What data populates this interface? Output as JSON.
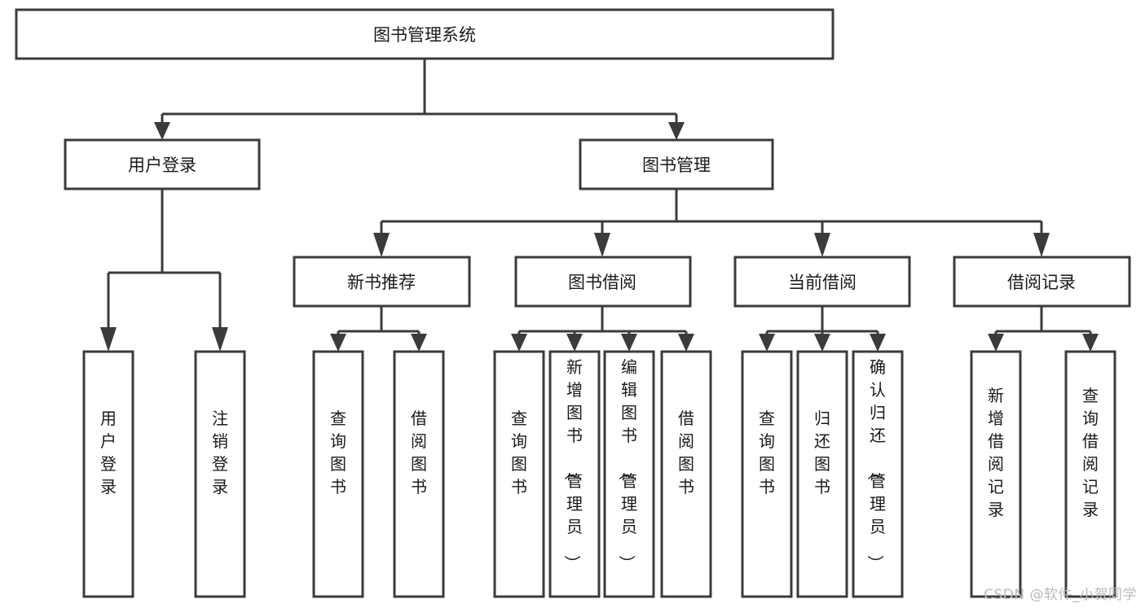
{
  "diagram": {
    "title": "图书管理系统",
    "type": "tree",
    "watermark": "CSDN @软件_小贺同学",
    "colors": {
      "stroke": "#3b3b3b",
      "fill": "#ffffff",
      "text": "#1a1a1a",
      "watermark": "#b9b9b9",
      "background": "#ffffff"
    },
    "root": {
      "label": "图书管理系统"
    },
    "level2": [
      {
        "label": "用户登录"
      },
      {
        "label": "图书管理"
      }
    ],
    "level3": [
      {
        "label": "新书推荐"
      },
      {
        "label": "图书借阅"
      },
      {
        "label": "当前借阅"
      },
      {
        "label": "借阅记录"
      }
    ],
    "leaves": {
      "user_login": [
        {
          "label": "用户登录"
        },
        {
          "label": "注销登录"
        }
      ],
      "new_book_recommend": [
        {
          "label": "查询图书"
        },
        {
          "label": "借阅图书"
        }
      ],
      "book_borrow": [
        {
          "label": "查询图书"
        },
        {
          "label": "新增图书（管理员）"
        },
        {
          "label": "编辑图书（管理员）"
        },
        {
          "label": "借阅图书"
        }
      ],
      "current_borrow": [
        {
          "label": "查询图书"
        },
        {
          "label": "归还图书"
        },
        {
          "label": "确认归还（管理员）"
        }
      ],
      "borrow_record": [
        {
          "label": "新增借阅记录"
        },
        {
          "label": "查询借阅记录"
        }
      ]
    }
  }
}
